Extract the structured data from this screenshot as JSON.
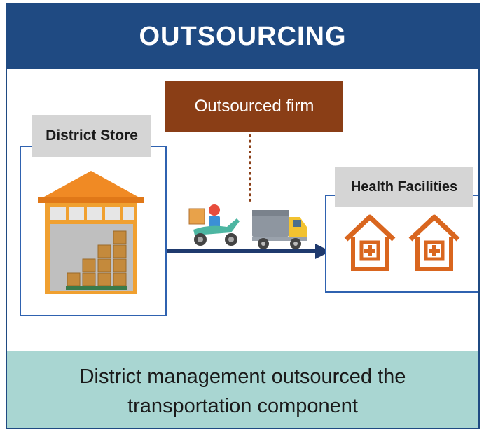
{
  "header": {
    "title": "OUTSOURCING"
  },
  "firm": {
    "label": "Outsourced firm",
    "color": "#8a3e16"
  },
  "store": {
    "label": "District Store"
  },
  "health": {
    "label": "Health Facilities"
  },
  "footer": {
    "line1": "District management outsourced the",
    "line2": "transportation component"
  },
  "colors": {
    "header_bg": "#1f4a82",
    "panel_border": "#2f62b0",
    "label_bg": "#d5d5d5",
    "footer_bg": "#a9d6d2",
    "warehouse_roof": "#f08a24",
    "clinic_orange": "#d9661f",
    "arrow": "#1f3a6e"
  },
  "icons": [
    "warehouse-icon",
    "delivery-scooter-icon",
    "truck-icon",
    "health-facility-icon",
    "arrow-right-icon"
  ]
}
